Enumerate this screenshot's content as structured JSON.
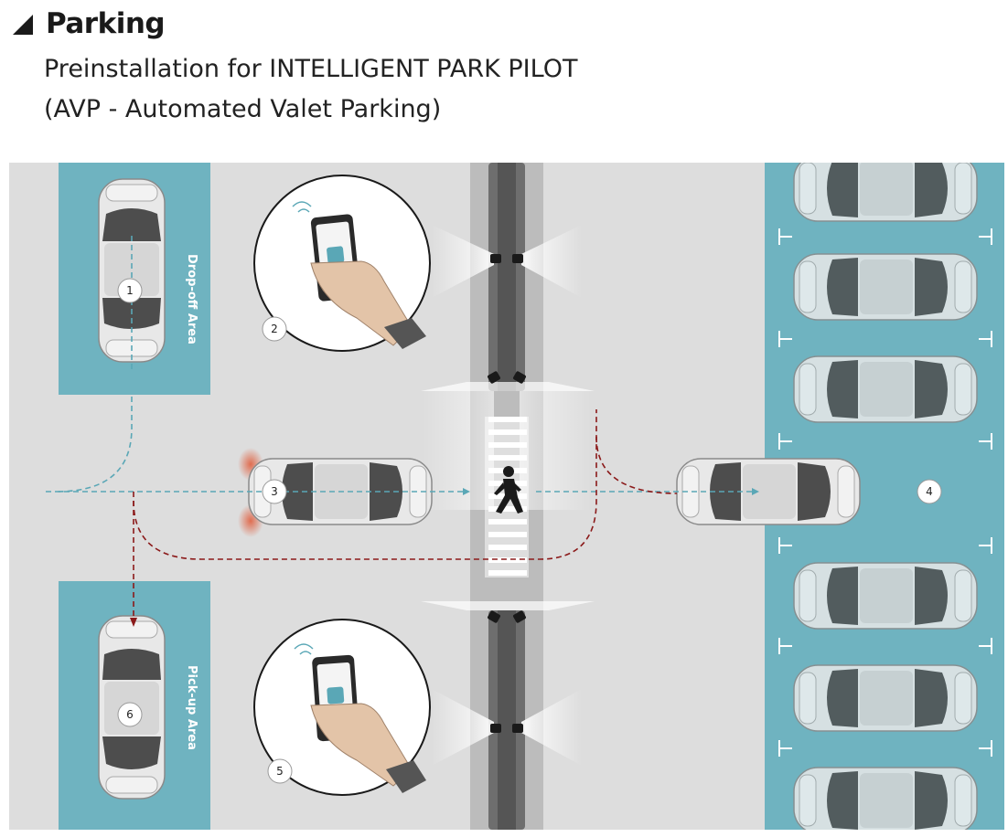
{
  "header": {
    "title": "Parking",
    "subtitle_line1": "Preinstallation for INTELLIGENT PARK PILOT",
    "subtitle_line2": "(AVP - Automated Valet Parking)"
  },
  "diagram": {
    "zones": {
      "dropoff": "Drop-off Area",
      "pickup": "Pick-up Area"
    },
    "steps": [
      "1",
      "2",
      "3",
      "4",
      "5",
      "6"
    ],
    "colors": {
      "zone_teal": "#6fb3c0",
      "road_gray": "#dcdcdc",
      "path_blue": "#5aa7b6",
      "path_red": "#8b1a1a",
      "car_body": "#e6e6e6"
    },
    "icons": [
      "smartphone-icon",
      "pedestrian-icon",
      "camera-sensor-icon",
      "car-icon"
    ]
  }
}
